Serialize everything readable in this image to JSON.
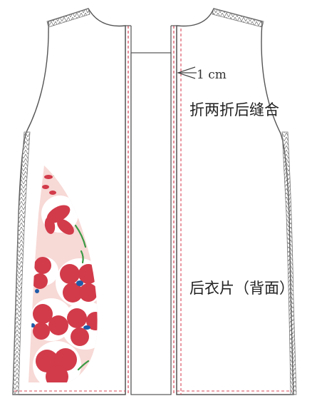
{
  "labels": {
    "seam_allowance": "1 cm",
    "fold_instruction": "折两折后缝合",
    "panel_name": "后衣片（背面）"
  },
  "colors": {
    "outline": "#555555",
    "stitch": "#d9485a",
    "fabric_pink": "#f7d9d6",
    "flower_red": "#d23b4a",
    "flower_blue": "#1f5aa8",
    "leaf_green": "#3a9a45",
    "overlock": "#7a7a7a"
  },
  "icons": {
    "measure_arrow": "arrow-left-icon"
  }
}
